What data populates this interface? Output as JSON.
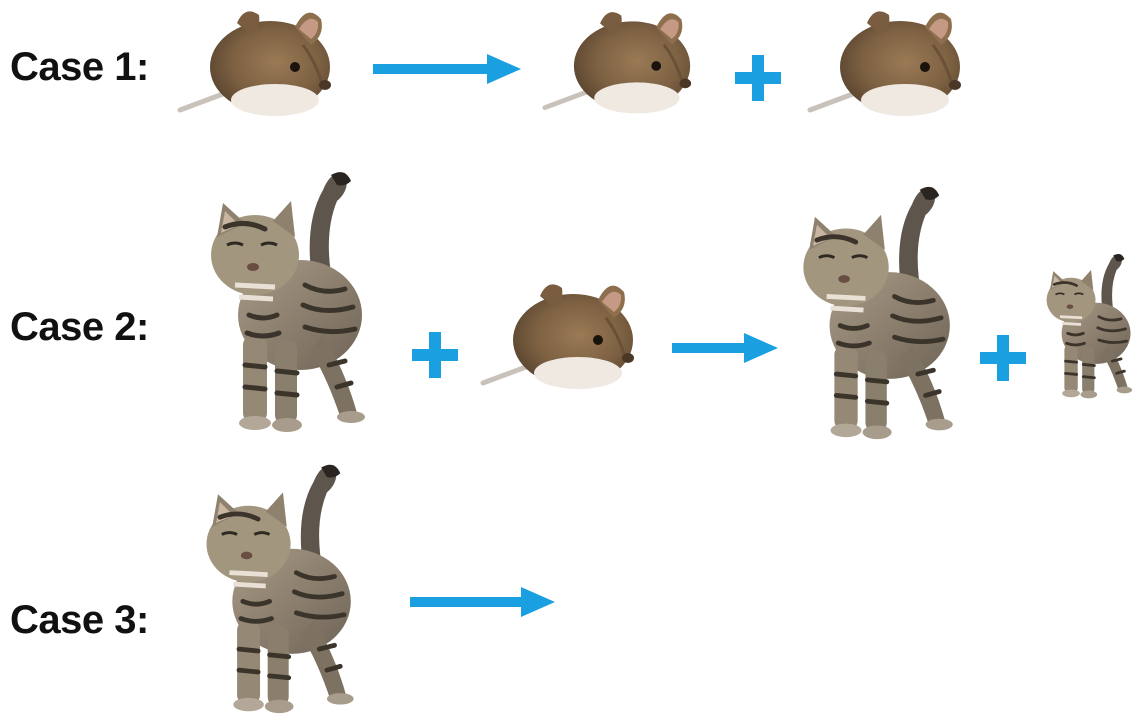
{
  "rows": [
    {
      "label": "Case 1:"
    },
    {
      "label": "Case 2:"
    },
    {
      "label": "Case 3:"
    }
  ],
  "icons": {
    "mouse": "mouse-icon",
    "cat": "cat-icon",
    "kitten": "kitten-icon",
    "plus": "plus-icon",
    "arrow": "arrow-right-icon"
  },
  "colors": {
    "symbol": "#1a9fe0",
    "label": "#111111",
    "background": "#ffffff"
  }
}
